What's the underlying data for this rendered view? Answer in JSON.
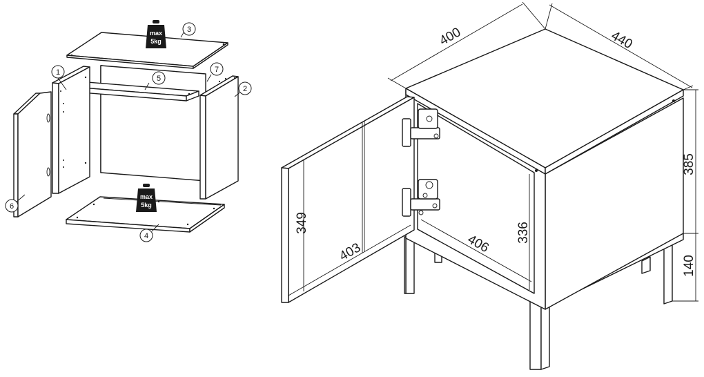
{
  "exploded_view": {
    "parts": [
      {
        "id": "part-1",
        "label": "1"
      },
      {
        "id": "part-2",
        "label": "2"
      },
      {
        "id": "part-3",
        "label": "3"
      },
      {
        "id": "part-4",
        "label": "4"
      },
      {
        "id": "part-5",
        "label": "5"
      },
      {
        "id": "part-6",
        "label": "6"
      },
      {
        "id": "part-7",
        "label": "7"
      }
    ],
    "load_badges": [
      {
        "line1": "max",
        "line2": "5kg"
      },
      {
        "line1": "max",
        "line2": "5kg"
      }
    ]
  },
  "dimensions": {
    "width": "400",
    "depth": "440",
    "body_height": "385",
    "leg_height": "140",
    "door_height": "349",
    "door_width": "403",
    "inner_width": "406",
    "inner_height": "336"
  }
}
